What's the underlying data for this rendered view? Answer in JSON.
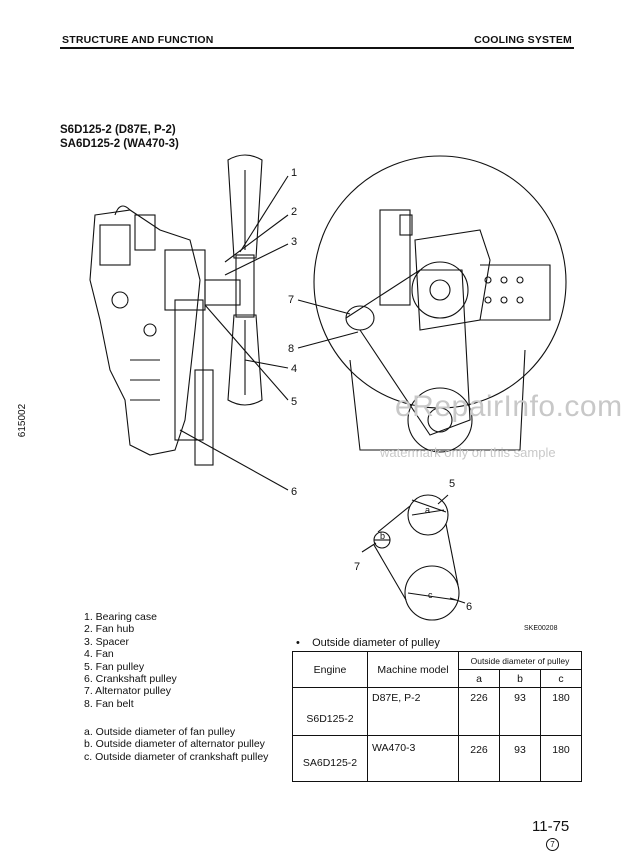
{
  "header": {
    "left": "STRUCTURE AND FUNCTION",
    "right": "COOLING SYSTEM"
  },
  "subtitles": [
    "S6D125-2 (D87E, P-2)",
    "SA6D125-2 (WA470-3)"
  ],
  "side_code": "615002",
  "callouts": [
    "1",
    "2",
    "3",
    "4",
    "5",
    "6",
    "7",
    "8",
    "5",
    "7",
    "6"
  ],
  "pulley_letters": [
    "a",
    "b",
    "c"
  ],
  "legend_parts": [
    "1. Bearing case",
    "2. Fan hub",
    "3. Spacer",
    "4. Fan",
    "5. Fan pulley",
    "6. Crankshaft pulley",
    "7. Alternator pulley",
    "8. Fan belt"
  ],
  "legend_dims": [
    "a. Outside diameter of fan pulley",
    "b. Outside diameter of alternator pulley",
    "c. Outside diameter of crankshaft pulley"
  ],
  "figure_code": "SKE00208",
  "table_title": "Outside diameter of pulley",
  "table": {
    "h_engine": "Engine",
    "h_model": "Machine model",
    "h_group": "Outside diameter of pulley",
    "h_a": "a",
    "h_b": "b",
    "h_c": "c",
    "rows": [
      {
        "engine": "S6D125-2",
        "model": "D87E, P-2",
        "a": "226",
        "b": "93",
        "c": "180"
      },
      {
        "engine": "SA6D125-2",
        "model": "WA470-3",
        "a": "226",
        "b": "93",
        "c": "180"
      }
    ]
  },
  "watermark": {
    "main": "eRepairInfo.com",
    "sub": "watermark only on this sample"
  },
  "page_number": "11-75",
  "page_mark": "7"
}
